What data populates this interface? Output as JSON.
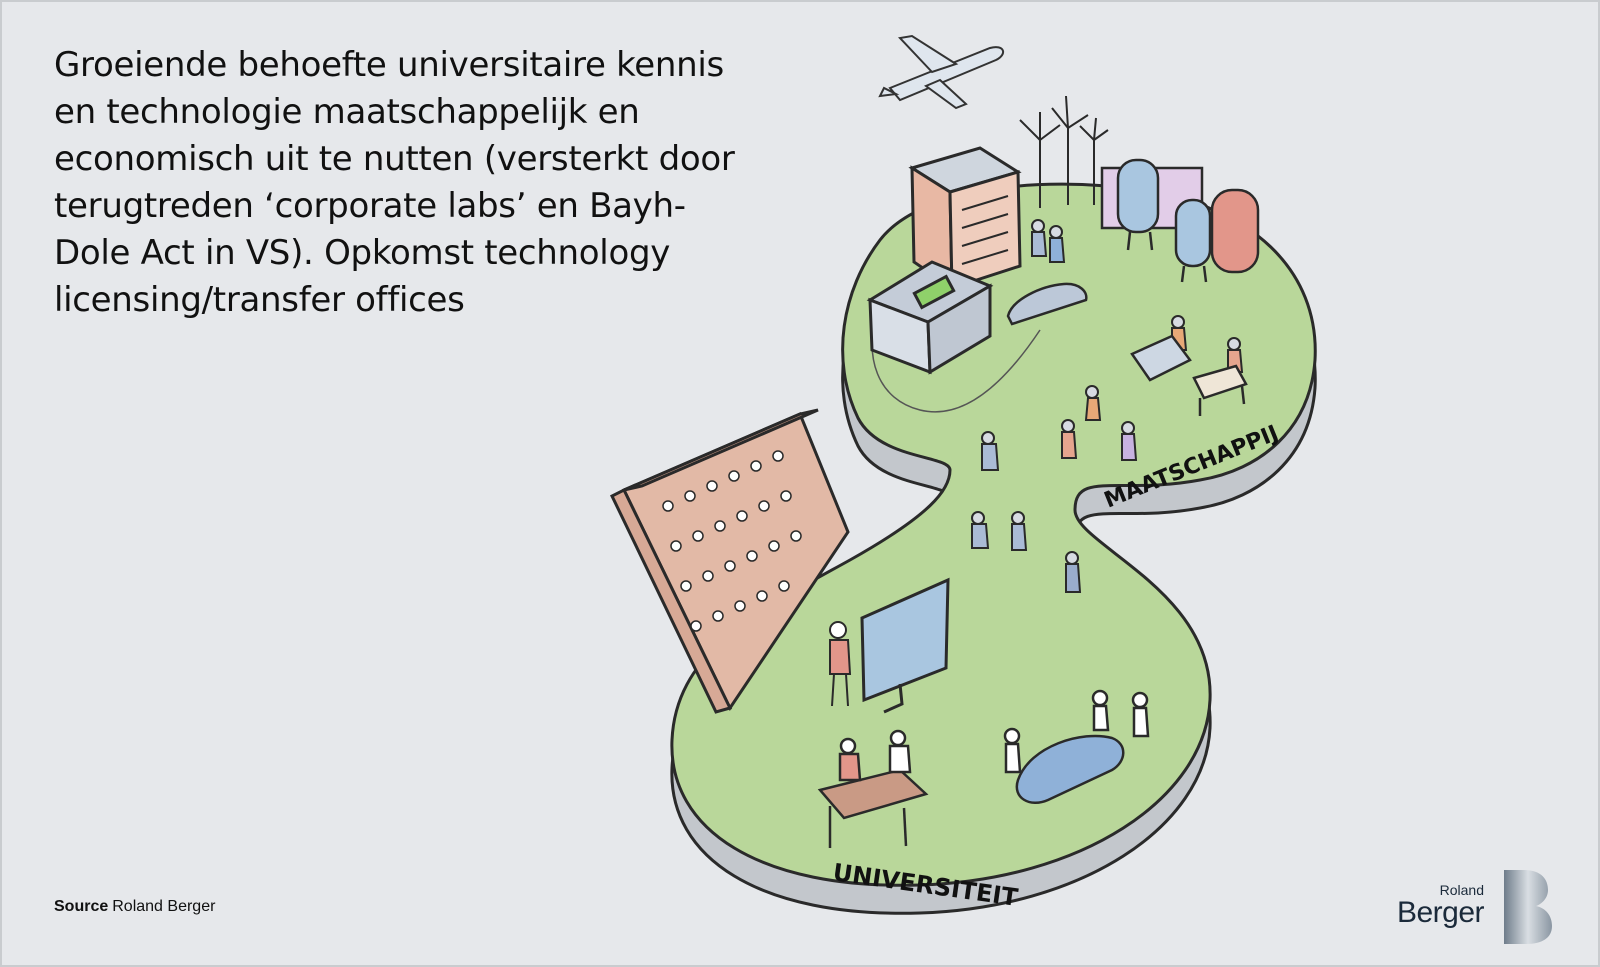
{
  "headline": "Groeiende behoefte universitaire kennis en technologie maatschappelijk en economisch uit te nutten (versterkt door terugtreden ‘corporate labs’ en Bayh-Dole Act in VS). Opkomst technology licensing/transfer offices",
  "source_label": "Source",
  "source_value": "Roland Berger",
  "labels": {
    "society": "MAATSCHAPPIJ",
    "university": "UNIVERSITEIT"
  },
  "logo": {
    "top": "Roland",
    "bottom": "Berger"
  },
  "colors": {
    "grass": "#b9d79a",
    "platform_edge": "#c9ccd0",
    "brick": "#e2b9a6",
    "tank_blue": "#a9c6e0",
    "tank_red": "#e2968a"
  }
}
